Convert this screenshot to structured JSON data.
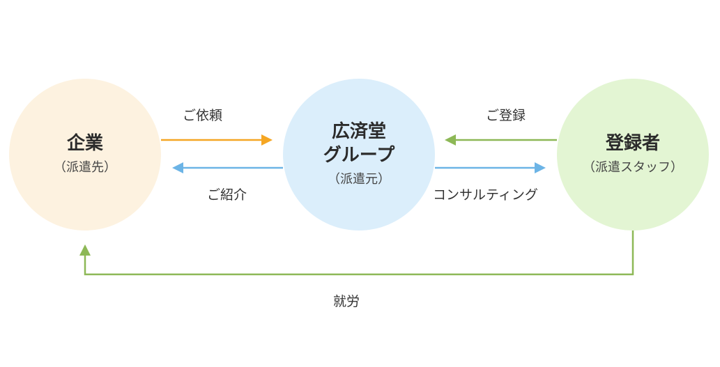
{
  "colors": {
    "company_fill": "#fdf2e0",
    "center_fill": "#dbeefb",
    "staff_fill": "#e3f5d3",
    "arrow_orange": "#f5a623",
    "arrow_blue": "#6cb4e6",
    "arrow_green": "#8db856"
  },
  "nodes": {
    "company": {
      "title": "企業",
      "sub": "（派遣先）"
    },
    "center": {
      "title_line1": "広済堂",
      "title_line2": "グループ",
      "sub": "（派遣元）"
    },
    "staff": {
      "title": "登録者",
      "sub": "（派遣スタッフ）"
    }
  },
  "edges": {
    "request": "ご依頼",
    "introduce": "ご紹介",
    "register": "ご登録",
    "consulting": "コンサルティング",
    "employment": "就労"
  }
}
